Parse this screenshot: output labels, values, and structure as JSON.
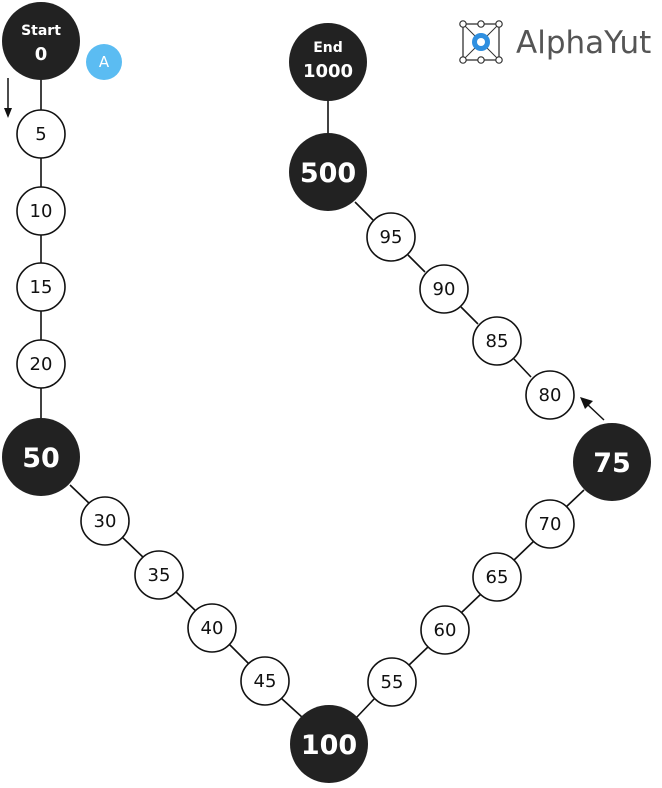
{
  "brand": {
    "name": "AlphaYut",
    "accent": "#2f8fe0"
  },
  "board": {
    "start": {
      "top": "Start",
      "bottom": "0"
    },
    "end": {
      "top": "End",
      "bottom": "1000"
    },
    "path_nodes": [
      "5",
      "10",
      "15",
      "20",
      "50",
      "30",
      "35",
      "40",
      "45",
      "100",
      "55",
      "60",
      "65",
      "70",
      "75",
      "80",
      "85",
      "90",
      "95",
      "500"
    ],
    "milestone_nodes": [
      "50",
      "100",
      "75",
      "500"
    ],
    "colors": {
      "milestone_fill": "#222222",
      "node_fill": "#ffffff",
      "token": "#5bbcf2"
    }
  },
  "player": {
    "token_label": "A"
  }
}
